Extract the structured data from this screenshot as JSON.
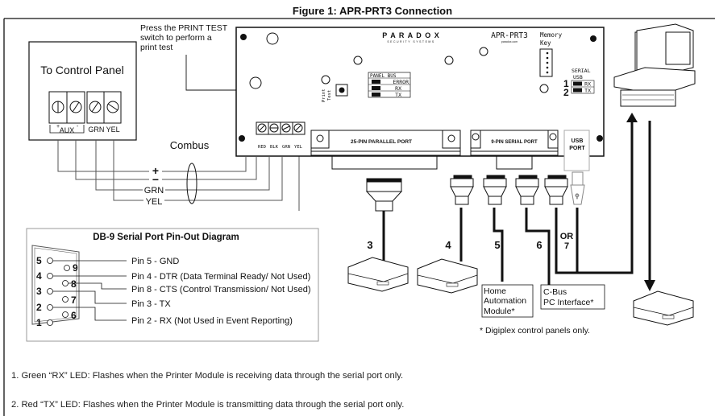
{
  "figure": {
    "title": "Figure 1: APR-PRT3 Connection"
  },
  "callout": {
    "print_test_lines": [
      "Press the PRINT TEST",
      "switch to perform a",
      "print test"
    ]
  },
  "control_panel": {
    "title": "To Control Panel",
    "aux_label": "AUX",
    "aux_plus": "+",
    "aux_minus": "-",
    "grn_yel_label": "GRN YEL"
  },
  "combus": {
    "label": "Combus",
    "wires": [
      "+",
      "−",
      "GRN",
      "YEL"
    ]
  },
  "module": {
    "brand": "P A R A D O X",
    "brand_sub": "SECURITY SYSTEMS",
    "model": "APR-PRT3",
    "website": "paradox.com",
    "memory_key_lines": [
      "Memory",
      "Key"
    ],
    "print_test_lines": [
      "Print",
      "Test"
    ],
    "panel_bus": {
      "title": "PANEL BUS",
      "leds": [
        "ERROR",
        "RX",
        "TX"
      ]
    },
    "serial_usb": {
      "title_lines": [
        "SERIAL",
        "USB"
      ],
      "leds": [
        {
          "number": "1",
          "label": "RX"
        },
        {
          "number": "2",
          "label": "TX"
        }
      ]
    },
    "terminal_labels": [
      "RED",
      "BLK",
      "GRN",
      "YEL"
    ],
    "parallel_port": "25-PIN PARALLEL PORT",
    "serial_port": "9-PIN SERIAL PORT",
    "usb_port_lines": [
      "USB",
      "PORT"
    ]
  },
  "connections": {
    "numbers": [
      "3",
      "4",
      "5",
      "6",
      "OR",
      "7"
    ],
    "home_automation_lines": [
      "Home",
      "Automation",
      "Module*"
    ],
    "cbus_lines": [
      "C-Bus",
      "PC Interface*"
    ],
    "footnote": "* Digiplex control panels only."
  },
  "db9": {
    "title": "DB-9 Serial Port Pin-Out Diagram",
    "pin_numbers": [
      "5",
      "9",
      "4",
      "8",
      "3",
      "7",
      "2",
      "6",
      "1"
    ],
    "pins": [
      "Pin 5 - GND",
      "Pin 4 - DTR (Data Terminal Ready/ Not Used)",
      "Pin 8 - CTS (Control Transmission/ Not Used)",
      "Pin 3 - TX",
      "Pin 2 - RX (Not Used in Event Reporting)"
    ]
  },
  "notes": [
    "1.  Green “RX” LED: Flashes when the Printer Module is receiving data through the serial port only.",
    "2.  Red “TX” LED: Flashes when the Printer Module is transmitting data through the serial port only."
  ]
}
